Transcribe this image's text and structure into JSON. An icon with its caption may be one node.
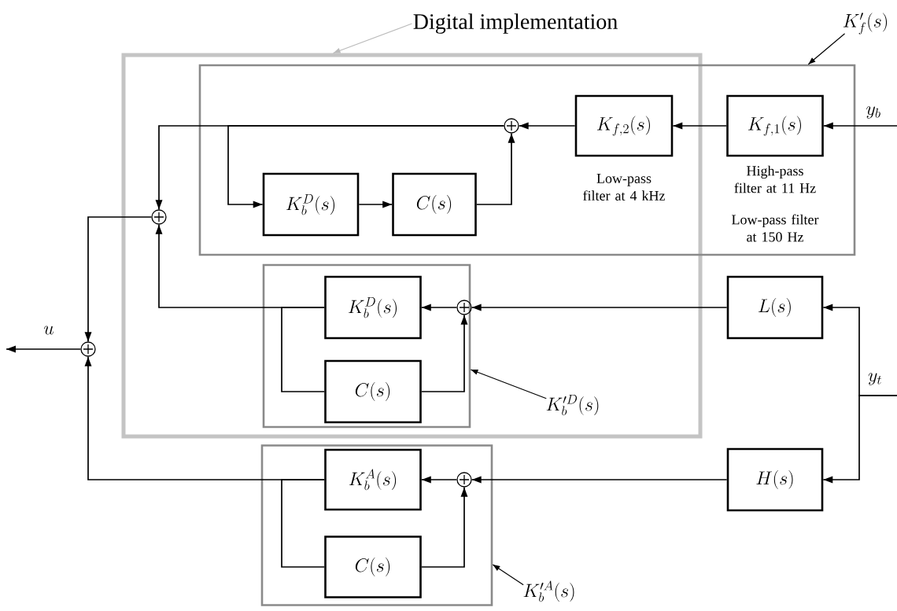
{
  "diagram": {
    "nodes": [
      {
        "text": [
          "Digital implementation"
        ]
      },
      {
        "text": [],
        "shape": "box"
      },
      {
        "text": [
          "K'_f(s)"
        ]
      },
      {
        "text": [],
        "shape": "box"
      },
      {
        "text": [
          "K_{f,2}(s)"
        ],
        "beside": [
          "Low-pass filter at 4 kHz"
        ]
      },
      {
        "text": [
          "K_{f,1}(s)"
        ],
        "in": 3,
        "beside": [
          "High-pass filter at 11 Hz",
          "Low-pass filter at 150 Hz"
        ]
      },
      {
        "text": [],
        "shape": "circle"
      },
      {
        "text": [
          "K_b^D(s)"
        ]
      },
      {
        "text": [
          "C(s)"
        ]
      },
      {
        "text": [],
        "shape": "circle",
        "in": 1
      },
      {
        "text": [],
        "shape": "circle"
      },
      {
        "text": [],
        "shape": "box",
        "in": 1
      },
      {
        "text": [
          "K_b^D(s)"
        ],
        "in": 11
      },
      {
        "text": [
          "C(s)"
        ],
        "in": 11
      },
      {
        "text": [],
        "shape": "circle",
        "in": 11
      },
      {
        "text": [
          "K^{\\prime D}_b(s)"
        ],
        "in": 1
      },
      {
        "text": [
          "L(s)"
        ]
      },
      {
        "text": [],
        "shape": "box"
      },
      {
        "text": [
          "K_b^A(s)"
        ],
        "in": 17
      },
      {
        "text": [
          "C(s)"
        ],
        "in": 17
      },
      {
        "text": [],
        "shape": "circle",
        "in": 17
      },
      {
        "text": [
          "K^{\\prime A}_b(s)"
        ]
      },
      {
        "text": [
          "H(s)"
        ]
      }
    ],
    "edges": [
      {
        "from": 0,
        "to": 1,
        "arrow": "to",
        "color": "#bbbbbb"
      },
      {
        "from": 2,
        "to": 3,
        "arrow": "to"
      },
      {
        "from": null,
        "to": 5,
        "arrow": "to"
      },
      {
        "from": 5,
        "to": 4,
        "arrow": "to"
      },
      {
        "from": 4,
        "to": 6,
        "arrow": "to"
      },
      {
        "from": 6,
        "to": 9,
        "arrow": "to"
      },
      {
        "from": 6,
        "to": 7,
        "arrow": "to"
      },
      {
        "from": 7,
        "to": 8,
        "arrow": "to"
      },
      {
        "from": 8,
        "to": 6,
        "arrow": "to"
      },
      {
        "from": 9,
        "to": 10,
        "arrow": "to"
      },
      {
        "from": 10,
        "to": null,
        "arrow": "to"
      },
      {
        "from": 16,
        "to": 14,
        "arrow": "to"
      },
      {
        "from": 14,
        "to": 12,
        "arrow": "to"
      },
      {
        "from": 12,
        "to": 9,
        "arrow": "to"
      },
      {
        "from": 12,
        "to": 13,
        "arrow": "none"
      },
      {
        "from": 13,
        "to": 14,
        "arrow": "to"
      },
      {
        "from": 15,
        "to": 11,
        "arrow": "to"
      },
      {
        "from": null,
        "to": 16,
        "arrow": "to"
      },
      {
        "from": null,
        "to": 22,
        "arrow": "to"
      },
      {
        "from": 22,
        "to": 20,
        "arrow": "to"
      },
      {
        "from": 20,
        "to": 18,
        "arrow": "to"
      },
      {
        "from": 18,
        "to": 10,
        "arrow": "to"
      },
      {
        "from": 18,
        "to": 19,
        "arrow": "none"
      },
      {
        "from": 19,
        "to": 20,
        "arrow": "to"
      },
      {
        "from": 21,
        "to": 17,
        "arrow": "to"
      }
    ],
    "labels": [
      "y_b",
      "u",
      "y_t"
    ]
  }
}
